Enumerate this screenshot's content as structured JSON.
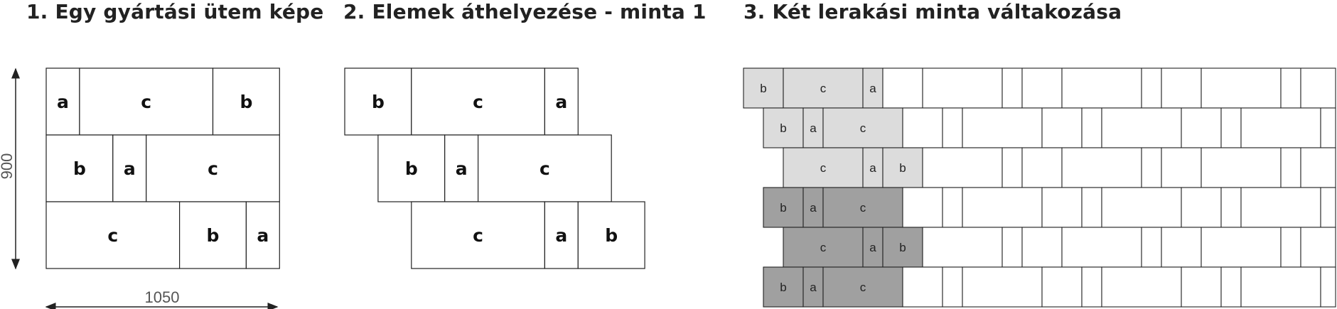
{
  "titles": {
    "one": "1. Egy gyártási ütem képe",
    "two": "2. Elemek áthelyezése - minta 1",
    "three": "3. Két lerakási minta váltakozása"
  },
  "dimensions": {
    "height": "900",
    "width": "1050"
  },
  "panel1_rows": [
    [
      "a",
      "c",
      "b"
    ],
    [
      "b",
      "a",
      "c"
    ],
    [
      "c",
      "b",
      "a"
    ]
  ],
  "panel2_rows": [
    [
      "b",
      "c",
      "a"
    ],
    [
      "b",
      "a",
      "c"
    ],
    [
      "c",
      "a",
      "b"
    ]
  ],
  "panel3_rows": [
    [
      "b",
      "c",
      "a"
    ],
    [
      "b",
      "a",
      "c"
    ],
    [
      "c",
      "a",
      "b"
    ],
    [
      "b",
      "a",
      "c"
    ],
    [
      "c",
      "a",
      "b"
    ],
    [
      "b",
      "a",
      "c"
    ]
  ],
  "colors": {
    "light_fill": "#dcdcdc",
    "dark_fill": "#a0a0a0",
    "stroke": "#222222"
  }
}
